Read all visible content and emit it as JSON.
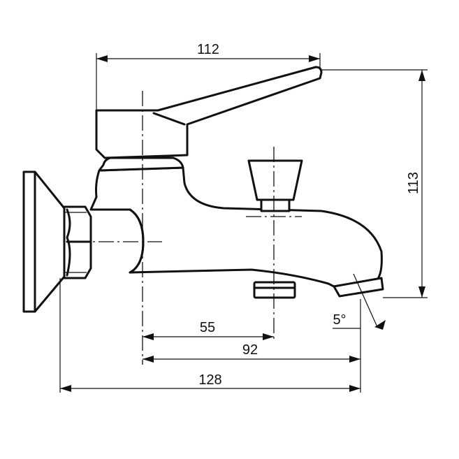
{
  "dimensions": {
    "width_top": "112",
    "height_right": "113",
    "d55": "55",
    "d92": "92",
    "d128": "128",
    "angle": "5°"
  }
}
